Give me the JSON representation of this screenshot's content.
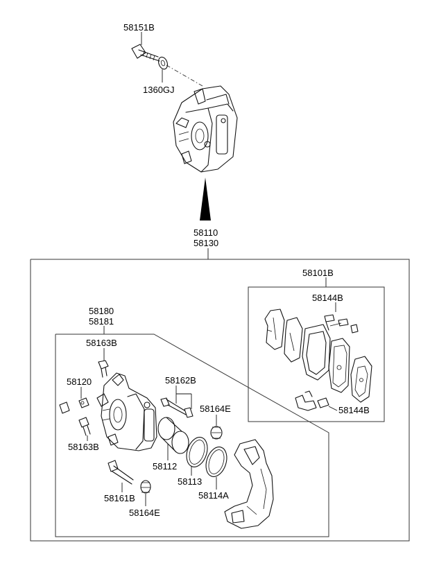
{
  "labels": {
    "bolt_top": "58151B",
    "washer": "1360GJ",
    "assy_1": "58110",
    "assy_2": "58130",
    "pad_kit": "58101B",
    "shim_top": "58144B",
    "shim_bottom": "58144B",
    "caliper_1": "58180",
    "caliper_2": "58181",
    "bolt_upper": "58163B",
    "bleeder": "58120",
    "guide_pins": "58162B",
    "boot_right": "58164E",
    "bolt_lower": "58163B",
    "piston": "58112",
    "seal": "58113",
    "dust_boot": "58114A",
    "guide_bolt": "58161B",
    "boot_bottom": "58164E"
  }
}
